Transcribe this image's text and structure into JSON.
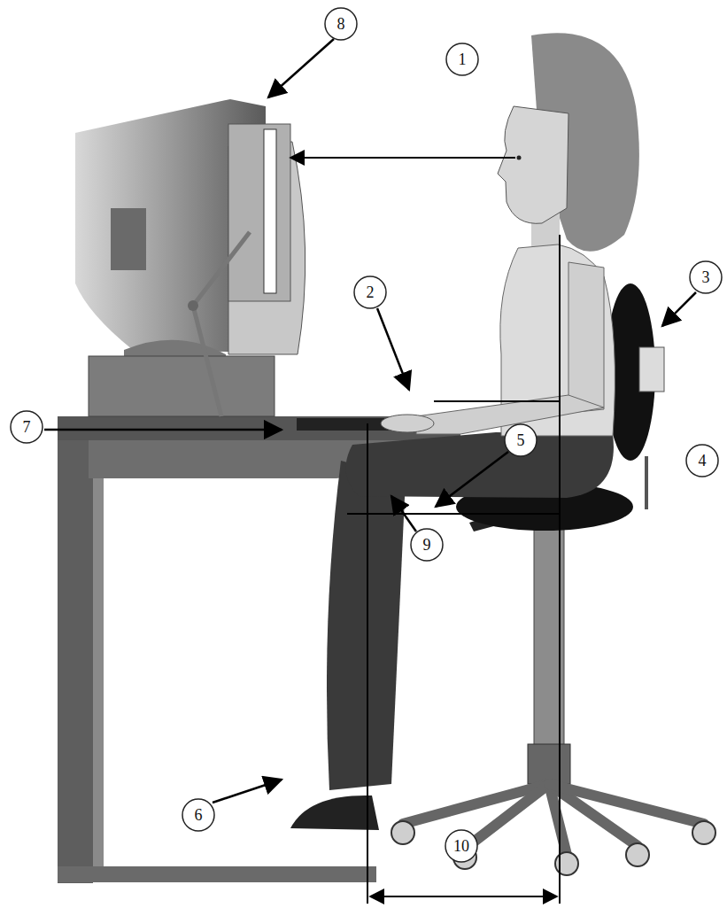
{
  "diagram": {
    "nodes": [
      {
        "text": [
          "8"
        ]
      },
      {
        "text": [
          "1"
        ]
      },
      {
        "text": [
          "3"
        ]
      },
      {
        "text": [
          "2"
        ]
      },
      {
        "text": [
          "7"
        ]
      },
      {
        "text": [
          "5"
        ]
      },
      {
        "text": [
          "4"
        ]
      },
      {
        "text": [
          "9"
        ]
      },
      {
        "text": [
          "6"
        ]
      },
      {
        "text": [
          "10"
        ]
      }
    ]
  }
}
